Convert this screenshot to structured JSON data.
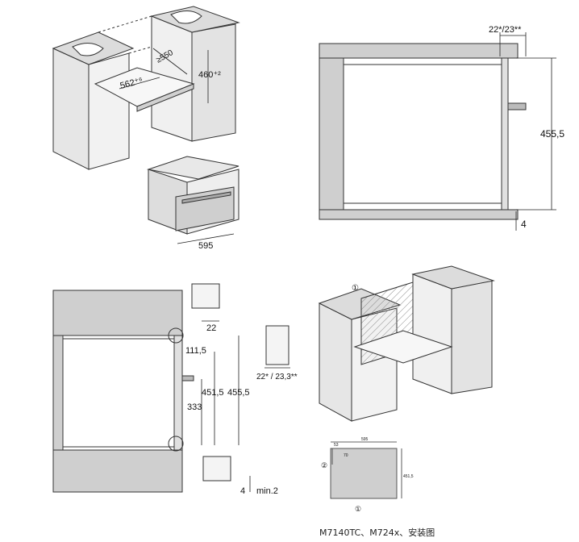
{
  "caption": "M7140TC、M724x、安装图",
  "panel_iso": {
    "dim_depth_min": "≥550",
    "dim_width": "562⁺⁶",
    "dim_height": "460⁺²",
    "dim_appliance_width": "595"
  },
  "panel_side": {
    "dim_gap": "22*/23**",
    "dim_height": "455,5",
    "dim_bottom": "4"
  },
  "panel_front": {
    "dim_top_gap": "22",
    "dim_upper": "111,5",
    "dim_mid": "451,5",
    "dim_total": "455,5",
    "dim_lower": "333",
    "detail_label": "22* / 23,3**",
    "dim_bottom": "4",
    "dim_min": "min.2"
  },
  "panel_iso2": {
    "marker_1": "①",
    "dim_top": "595",
    "dim_a": "53",
    "dim_b": "70",
    "dim_side": "451,5",
    "marker_2": "②",
    "marker_3": "①"
  }
}
